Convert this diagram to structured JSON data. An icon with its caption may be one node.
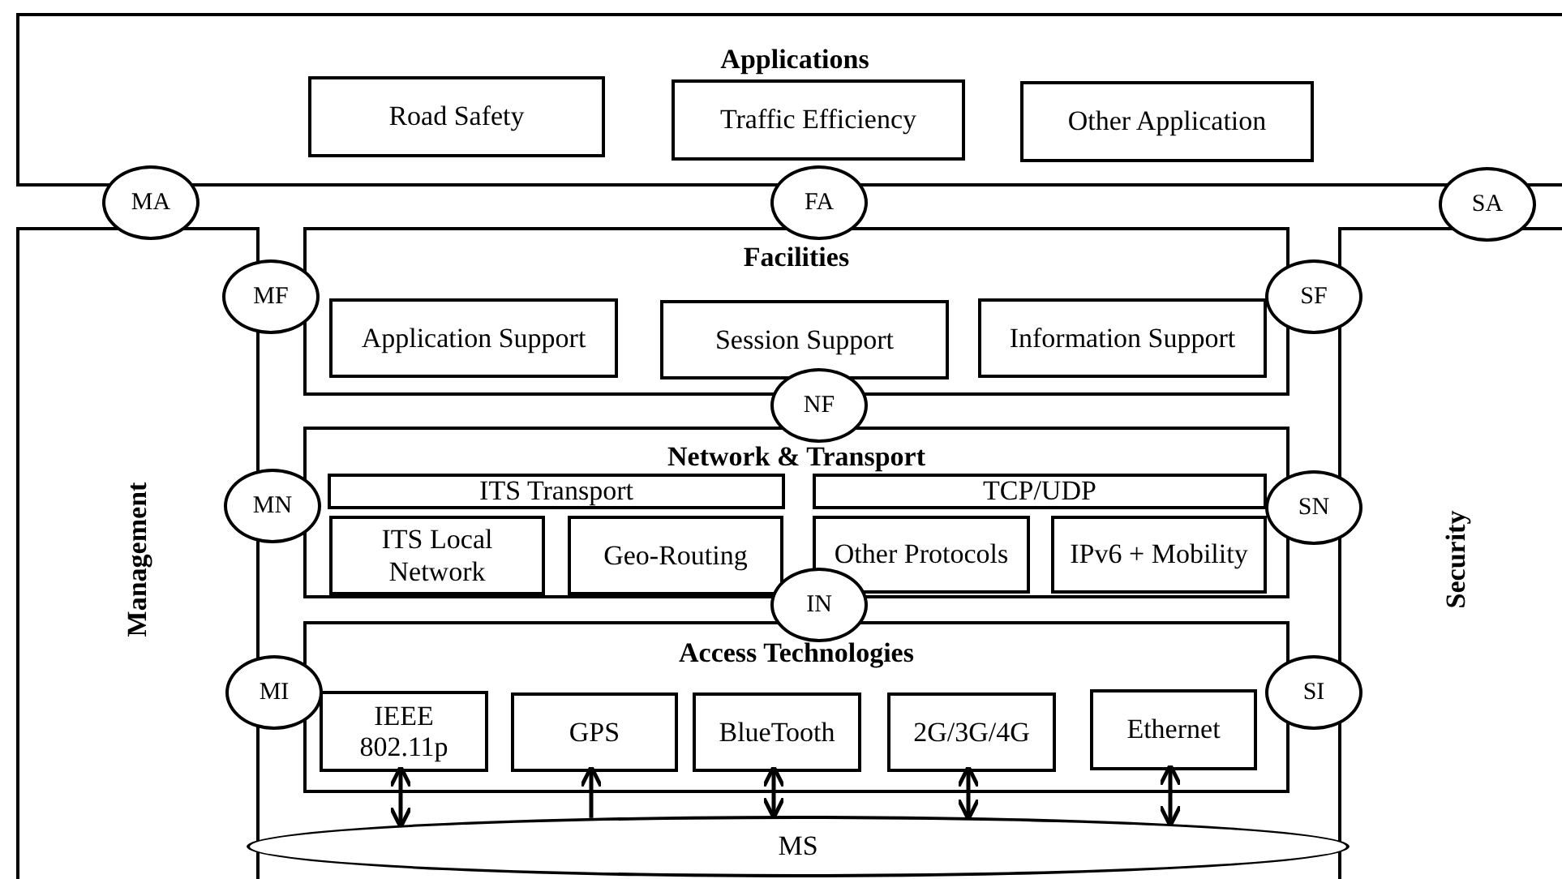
{
  "diagram": {
    "nodes": [
      {
        "text": [
          "Applications"
        ]
      },
      {
        "text": [
          "Road Safety"
        ],
        "in": 0
      },
      {
        "text": [
          "Traffic Efficiency"
        ],
        "in": 0
      },
      {
        "text": [
          "Other Application"
        ],
        "in": 0
      },
      {
        "text": [
          "Management"
        ]
      },
      {
        "text": [
          "Security"
        ]
      },
      {
        "text": [
          "Facilities"
        ]
      },
      {
        "text": [
          "Application Support"
        ],
        "in": 6
      },
      {
        "text": [
          "Session Support"
        ],
        "in": 6
      },
      {
        "text": [
          "Information Support"
        ],
        "in": 6
      },
      {
        "text": [
          "Network & Transport"
        ]
      },
      {
        "text": [
          "ITS Transport"
        ],
        "in": 10
      },
      {
        "text": [
          "TCP/UDP"
        ],
        "in": 10
      },
      {
        "text": [
          "ITS Local Network"
        ],
        "in": 10
      },
      {
        "text": [
          "Geo-Routing"
        ],
        "in": 10
      },
      {
        "text": [
          "Other Protocols"
        ],
        "in": 10
      },
      {
        "text": [
          "IPv6 + Mobility"
        ],
        "in": 10
      },
      {
        "text": [
          "Access Technologies"
        ]
      },
      {
        "text": [
          "IEEE 802.11p"
        ],
        "in": 17
      },
      {
        "text": [
          "GPS"
        ],
        "in": 17
      },
      {
        "text": [
          "BlueTooth"
        ],
        "in": 17
      },
      {
        "text": [
          "2G/3G/4G"
        ],
        "in": 17
      },
      {
        "text": [
          "Ethernet"
        ],
        "in": 17
      },
      {
        "text": [
          "MS"
        ]
      },
      {
        "text": [
          "MA"
        ]
      },
      {
        "text": [
          "FA"
        ]
      },
      {
        "text": [
          "SA"
        ]
      },
      {
        "text": [
          "MF"
        ]
      },
      {
        "text": [
          "SF"
        ]
      },
      {
        "text": [
          "NF"
        ]
      },
      {
        "text": [
          "MN"
        ]
      },
      {
        "text": [
          "SN"
        ]
      },
      {
        "text": [
          "IN"
        ]
      },
      {
        "text": [
          "MI"
        ]
      },
      {
        "text": [
          "SI"
        ]
      }
    ],
    "edges": [
      {
        "from": 18,
        "to": 23,
        "arrow": "both"
      },
      {
        "from": 23,
        "to": 19,
        "arrow": "to"
      },
      {
        "from": 20,
        "to": 23,
        "arrow": "both"
      },
      {
        "from": 21,
        "to": 23,
        "arrow": "both"
      },
      {
        "from": 22,
        "to": 23,
        "arrow": "both"
      }
    ]
  }
}
